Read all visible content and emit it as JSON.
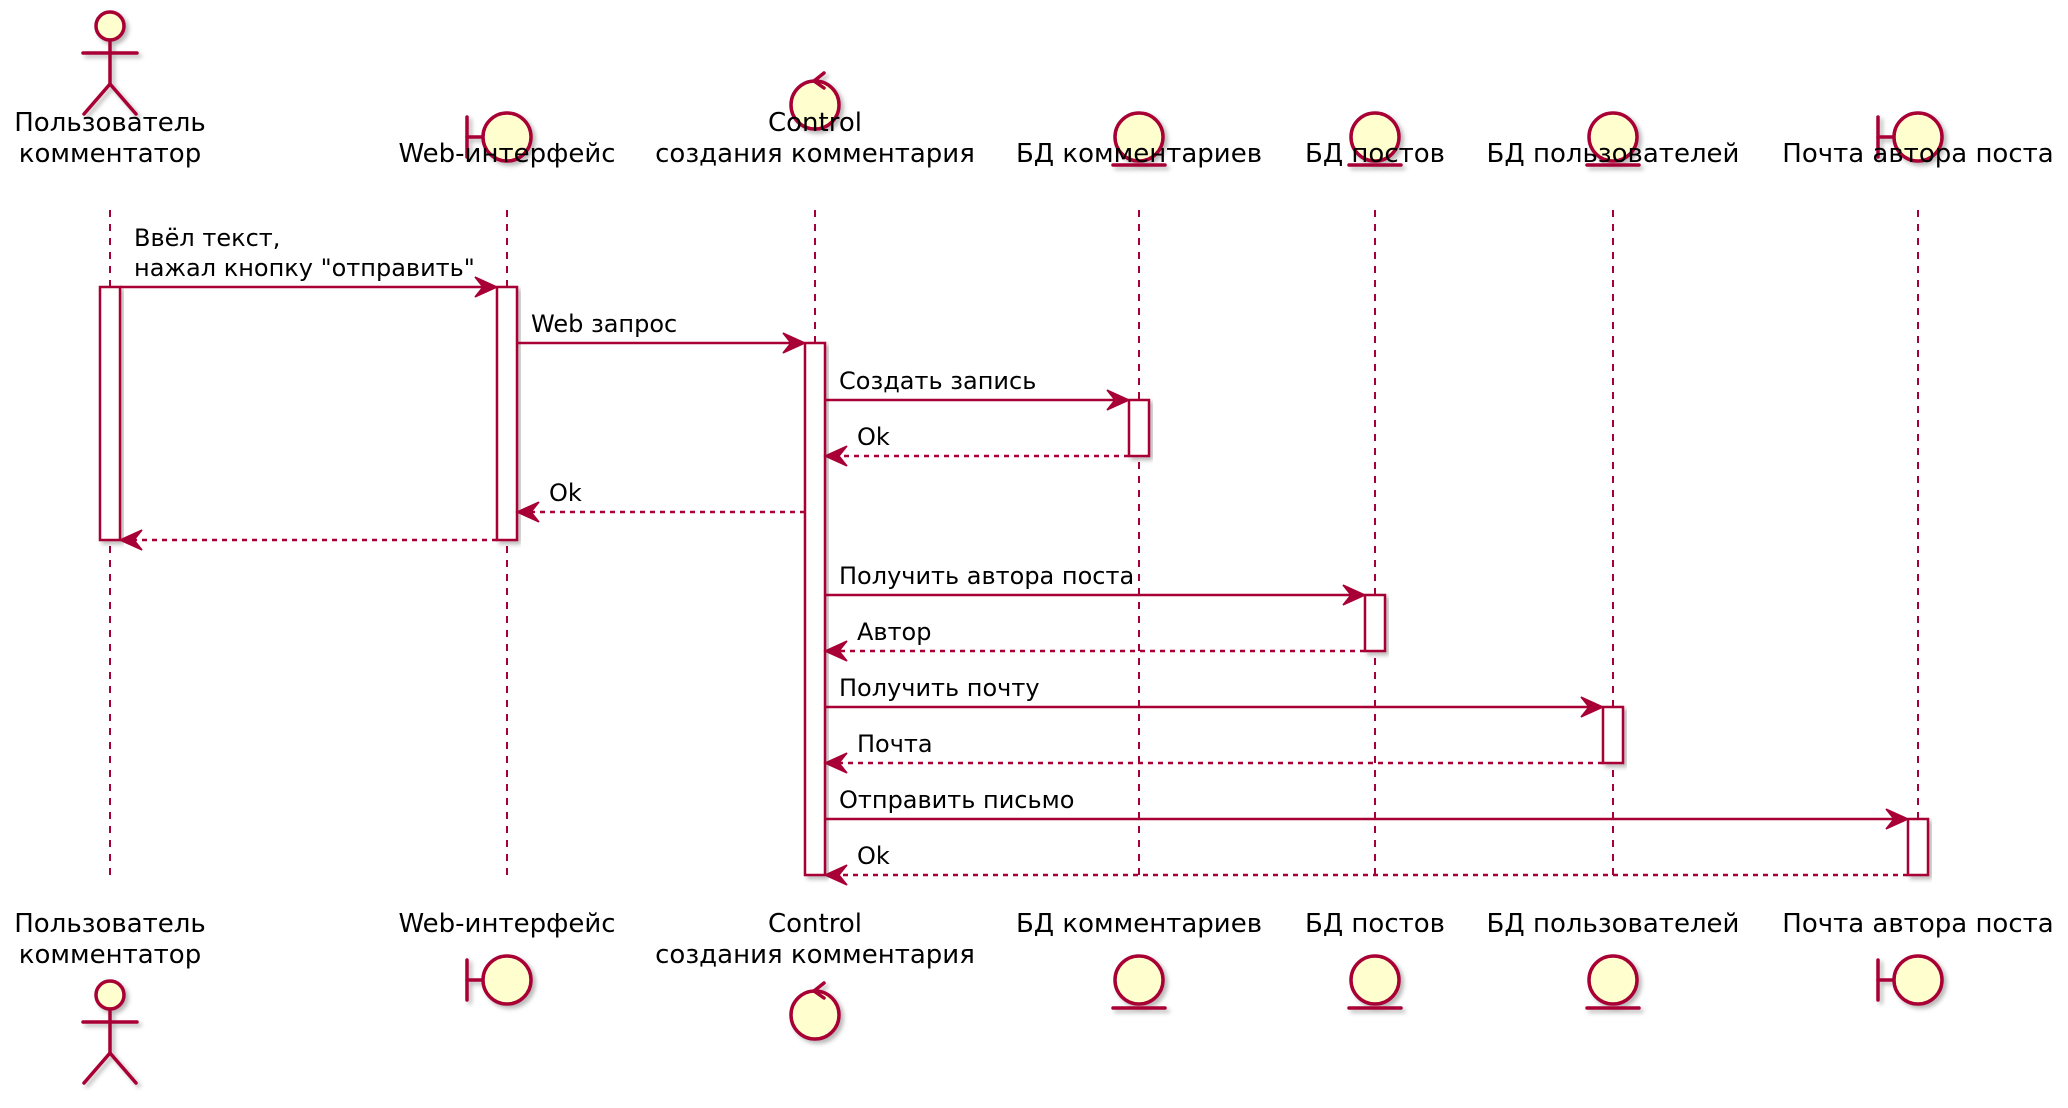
{
  "colors": {
    "line": "#A80036",
    "fill": "#FEFECE",
    "activation_fill": "#FFFFFF",
    "text": "#000000",
    "shadow": "#C8C8C8"
  },
  "participants": [
    {
      "id": "user",
      "kind": "actor",
      "icon": "actor-stick-figure-icon",
      "lines": [
        "Пользователь",
        "комментатор"
      ]
    },
    {
      "id": "web",
      "kind": "boundary",
      "icon": "boundary-icon",
      "lines": [
        "Web-интерфейс"
      ]
    },
    {
      "id": "control",
      "kind": "control",
      "icon": "control-icon",
      "lines": [
        "Control",
        "создания комментария"
      ]
    },
    {
      "id": "db_comments",
      "kind": "entity",
      "icon": "entity-icon",
      "lines": [
        "БД комментариев"
      ]
    },
    {
      "id": "db_posts",
      "kind": "entity",
      "icon": "entity-icon",
      "lines": [
        "БД постов"
      ]
    },
    {
      "id": "db_users",
      "kind": "entity",
      "icon": "entity-icon",
      "lines": [
        "БД пользователей"
      ]
    },
    {
      "id": "mail",
      "kind": "boundary",
      "icon": "boundary-icon",
      "lines": [
        "Почта автора поста"
      ]
    }
  ],
  "messages": [
    {
      "from": "user",
      "to": "web",
      "style": "solid",
      "lines": [
        "Ввёл текст,",
        "нажал кнопку \"отправить\""
      ]
    },
    {
      "from": "web",
      "to": "control",
      "style": "solid",
      "lines": [
        "Web запрос"
      ]
    },
    {
      "from": "control",
      "to": "db_comments",
      "style": "solid",
      "lines": [
        "Создать запись"
      ]
    },
    {
      "from": "db_comments",
      "to": "control",
      "style": "dashed",
      "lines": [
        "Ok"
      ]
    },
    {
      "from": "control",
      "to": "web",
      "style": "dashed",
      "lines": [
        "Ok"
      ]
    },
    {
      "from": "web",
      "to": "user",
      "style": "dashed",
      "lines": []
    },
    {
      "from": "control",
      "to": "db_posts",
      "style": "solid",
      "lines": [
        "Получить автора поста"
      ]
    },
    {
      "from": "db_posts",
      "to": "control",
      "style": "dashed",
      "lines": [
        "Автор"
      ]
    },
    {
      "from": "control",
      "to": "db_users",
      "style": "solid",
      "lines": [
        "Получить почту"
      ]
    },
    {
      "from": "db_users",
      "to": "control",
      "style": "dashed",
      "lines": [
        "Почта"
      ]
    },
    {
      "from": "control",
      "to": "mail",
      "style": "solid",
      "lines": [
        "Отправить письмо"
      ]
    },
    {
      "from": "mail",
      "to": "control",
      "style": "dashed",
      "lines": [
        "Ok"
      ]
    }
  ],
  "activations": [
    {
      "participant": "user",
      "from_message": 0,
      "to_message": 5
    },
    {
      "participant": "web",
      "from_message": 0,
      "to_message": 5
    },
    {
      "participant": "control",
      "from_message": 1,
      "to_message": 11
    },
    {
      "participant": "db_comments",
      "from_message": 2,
      "to_message": 3
    },
    {
      "participant": "db_posts",
      "from_message": 6,
      "to_message": 7
    },
    {
      "participant": "db_users",
      "from_message": 8,
      "to_message": 9
    },
    {
      "participant": "mail",
      "from_message": 10,
      "to_message": 11
    }
  ]
}
